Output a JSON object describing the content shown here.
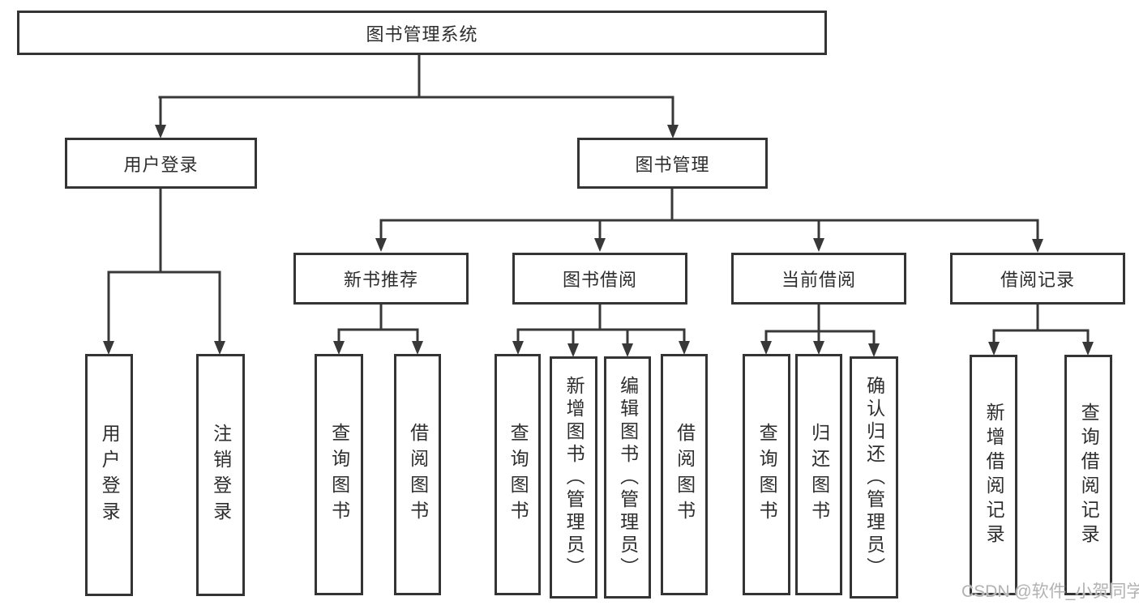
{
  "tree": {
    "label": "图书管理系统",
    "children": [
      {
        "label": "用户登录",
        "children": [
          {
            "label": "用户登录"
          },
          {
            "label": "注销登录"
          }
        ]
      },
      {
        "label": "图书管理",
        "children": [
          {
            "label": "新书推荐",
            "children": [
              {
                "label": "查询图书"
              },
              {
                "label": "借阅图书"
              }
            ]
          },
          {
            "label": "图书借阅",
            "children": [
              {
                "label": "查询图书"
              },
              {
                "label": "新增图书（管理员）"
              },
              {
                "label": "编辑图书（管理员）"
              },
              {
                "label": "借阅图书"
              }
            ]
          },
          {
            "label": "当前借阅",
            "children": [
              {
                "label": "查询图书"
              },
              {
                "label": "归还图书"
              },
              {
                "label": "确认归还（管理员）"
              }
            ]
          },
          {
            "label": "借阅记录",
            "children": [
              {
                "label": "新增借阅记录"
              },
              {
                "label": "查询借阅记录"
              }
            ]
          }
        ]
      }
    ]
  },
  "watermark": "CSDN @软件_小贺同学",
  "colors": {
    "line": "#383838",
    "box_border": "#343434",
    "text": "#2e2e2e",
    "watermark": "#b2b2b2",
    "background": "#ffffff"
  }
}
